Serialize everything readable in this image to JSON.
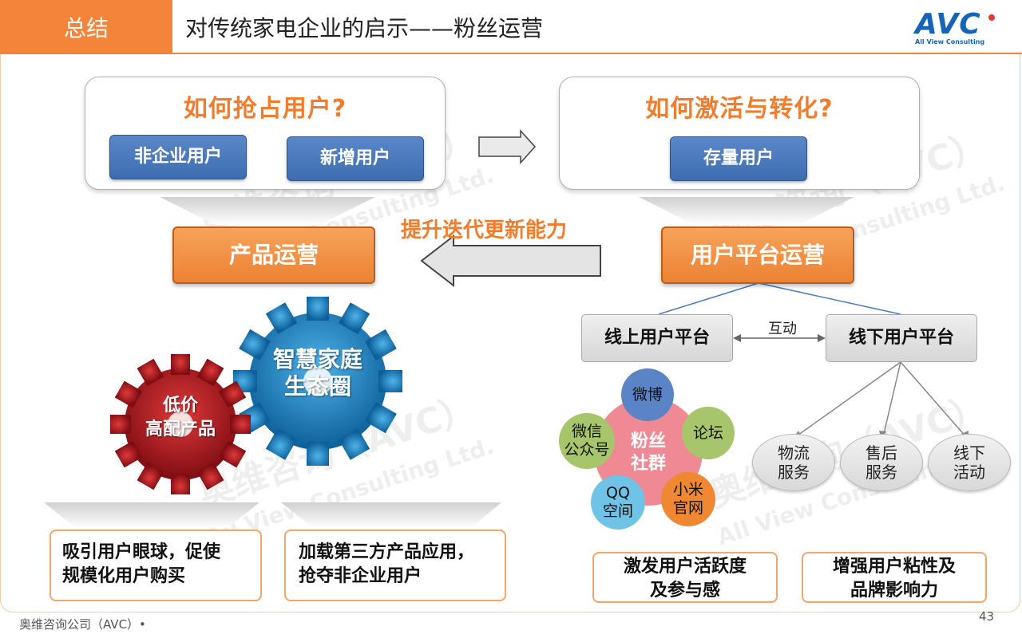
{
  "header": {
    "tag": "总结",
    "title": "对传统家电企业的启示——粉丝运营",
    "logo_text": "AVC",
    "logo_sub": "All View Consulting"
  },
  "left_panel": {
    "question": "如何抢占用户?",
    "buttons": [
      "非企业用户",
      "新增用户"
    ]
  },
  "right_panel": {
    "question": "如何激活与转化?",
    "buttons": [
      "存量用户"
    ]
  },
  "middle_arrow_label": "提升迭代更新能力",
  "product_ops": "产品运营",
  "user_platform_ops": "用户平台运营",
  "gears": {
    "big": "智慧家庭\n生态圈",
    "small": "低价\n高配产品"
  },
  "platforms": {
    "online": "线上用户平台",
    "offline": "线下用户平台",
    "interaction": "互动"
  },
  "fans": {
    "center": "粉丝\n社群",
    "weibo": "微博",
    "forum": "论坛",
    "wechat": "微信\n公众号",
    "qq": "QQ\n空间",
    "mi": "小米\n官网"
  },
  "services": [
    "物流\n服务",
    "售后\n服务",
    "线下\n活动"
  ],
  "results": {
    "r1": "吸引用户眼球，促使\n规模化用户购买",
    "r2": "加载第三方产品应用，\n抢夺非企业用户",
    "r3": "激发用户活跃度\n及参与感",
    "r4": "增强用户粘性及\n品牌影响力"
  },
  "watermark": {
    "cn": "奥维咨询（AVC）",
    "en": "All View Consulting Ltd."
  },
  "footer": {
    "left": "奥维咨询公司（AVC）•",
    "page": "43"
  },
  "colors": {
    "accent_orange": "#f3843a",
    "question_orange": "#ef7d2d",
    "button_blue": "#4a7bbf",
    "gear_blue": "#1f7fc0",
    "gear_red": "#b5121b"
  }
}
